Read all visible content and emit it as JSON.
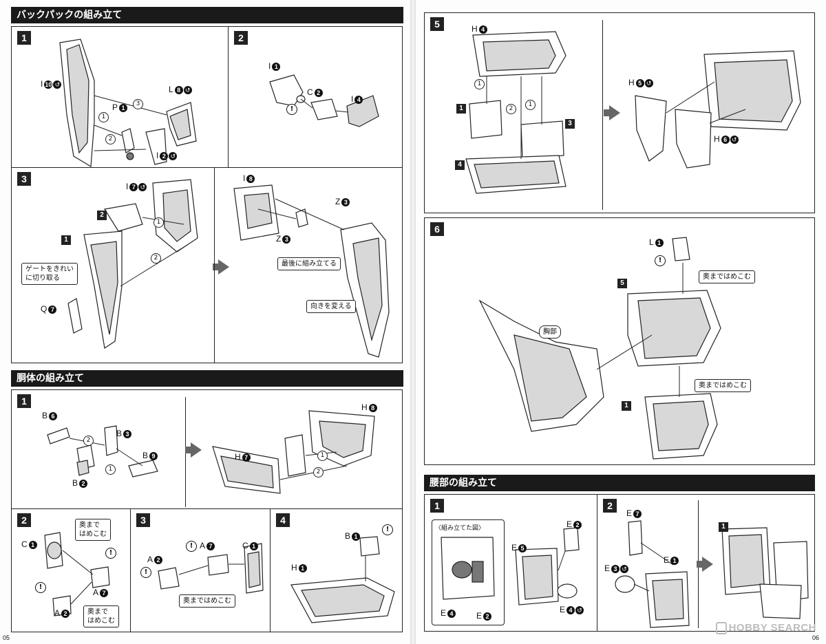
{
  "sections": {
    "backpack_title": "バックパックの組み立て",
    "torso_title": "胴体の組み立て",
    "waist_title": "腰部の組み立て"
  },
  "steps": {
    "bp1": "1",
    "bp2": "2",
    "bp3": "3",
    "t1": "1",
    "t2": "2",
    "t3": "3",
    "t4": "4",
    "r5": "5",
    "r6": "6",
    "w1": "1",
    "w2": "2"
  },
  "labels": {
    "i10": "I",
    "i10n": "10",
    "l8": "L",
    "l8n": "8",
    "p1": "P",
    "p1n": "1",
    "i2": "I",
    "i2n": "2",
    "i1": "I",
    "i1n": "1",
    "c2": "C",
    "c2n": "2",
    "i4": "I",
    "i4n": "4",
    "i7": "I",
    "i7n": "7",
    "q7": "Q",
    "q7n": "7",
    "i8": "I",
    "i8n": "8",
    "z3a": "Z",
    "z3an": "3",
    "z3b": "Z",
    "z3bn": "3",
    "b6": "B",
    "b6n": "6",
    "b3": "B",
    "b3n": "3",
    "b9": "B",
    "b9n": "9",
    "b2": "B",
    "b2n": "2",
    "h7": "H",
    "h7n": "7",
    "h8": "H",
    "h8n": "8",
    "c1": "C",
    "c1n": "1",
    "a7": "A",
    "a7n": "7",
    "a2": "A",
    "a2n": "2",
    "a2b": "A",
    "a2bn": "2",
    "a7b": "A",
    "a7bn": "7",
    "c1b": "C",
    "c1bn": "1",
    "b1": "B",
    "b1n": "1",
    "h1": "H",
    "h1n": "1",
    "h4": "H",
    "h4n": "4",
    "h5": "H",
    "h5n": "5",
    "h6": "H",
    "h6n": "6",
    "l1": "L",
    "l1n": "1",
    "e2": "E",
    "e2n": "2",
    "e5": "E",
    "e5n": "5",
    "e4": "E",
    "e4n": "4",
    "e4b": "E",
    "e4bn": "4",
    "e2b": "E",
    "e2bn": "2",
    "e7": "E",
    "e7n": "7",
    "e1": "E",
    "e1n": "1",
    "e3": "E",
    "e3n": "3"
  },
  "callouts": {
    "gate": "ゲートをきれい\nに切り取る",
    "last": "最後に組み立てる",
    "turn": "向きを変える",
    "push_in_a": "奥まで\nはめこむ",
    "push_in_b": "奥まで\nはめこむ",
    "push_in_c": "奥まではめこむ",
    "push_in_d": "奥まではめこむ",
    "push_in_e": "奥まではめこむ",
    "chest": "胸部",
    "assembled_view": "〈組み立てた図〉"
  },
  "refs": {
    "r2": "2",
    "r1": "1",
    "r5": "5",
    "r1b": "1",
    "r3": "3",
    "r4": "4",
    "r2b": "2"
  },
  "order": {
    "one": "1",
    "two": "2",
    "three": "3"
  },
  "icons": {
    "warning": "!",
    "swirl": "↺"
  },
  "page_numbers": {
    "left": "05",
    "right": "06"
  },
  "watermark": "HOBBY SEARCH"
}
